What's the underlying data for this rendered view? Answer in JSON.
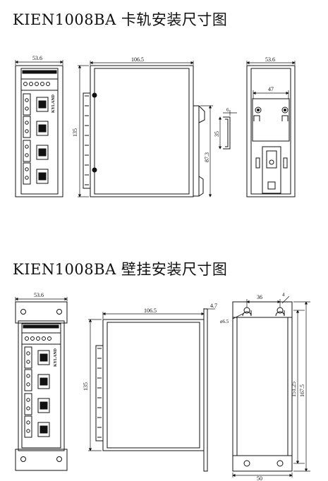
{
  "section_din": {
    "title": "KIEN1008BA 卡轨安装尺寸图",
    "front_width": "53.6",
    "side_depth": "106.5",
    "side_height": "135",
    "clip_height": "35",
    "clip_depth": "6",
    "clip_offset": "87.3",
    "back_width": "53.6",
    "back_inner": "47"
  },
  "section_wall": {
    "title": "KIEN1008BA 壁挂安装尺寸图",
    "front_width": "53.6",
    "side_depth": "106.5",
    "side_height": "135",
    "bracket_thickness": "4.7",
    "hole_diameter": "ø6.5",
    "hole_spacing": "36",
    "slot_width": "4",
    "inner_height": "151.25",
    "outer_height": "167.5",
    "bottom_width": "50"
  },
  "device": {
    "brand": "KYLAND",
    "port_groups": 4
  }
}
